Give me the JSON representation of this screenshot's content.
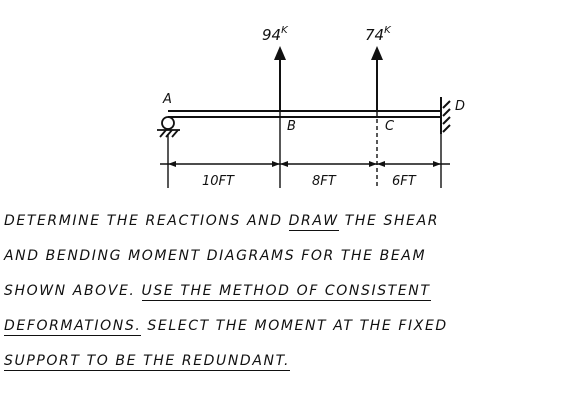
{
  "figure": {
    "loads": [
      {
        "value": "94",
        "unit": "K",
        "at_point": "B"
      },
      {
        "value": "74",
        "unit": "K",
        "at_point": "C"
      }
    ],
    "points": [
      "A",
      "B",
      "C",
      "D"
    ],
    "spans": [
      {
        "label": "10FT",
        "length_ft": 10
      },
      {
        "label": "8FT",
        "length_ft": 8
      },
      {
        "label": "6FT",
        "length_ft": 6
      }
    ],
    "support_left": "pin",
    "support_right": "fixed"
  },
  "problem": {
    "lines": [
      [
        {
          "text": "DETERMINE THE REACTIONS AND ",
          "underline": false
        },
        {
          "text": "DRAW",
          "underline": true
        },
        {
          "text": " THE SHEAR",
          "underline": false
        }
      ],
      [
        {
          "text": "AND BENDING MOMENT DIAGRAMS FOR THE BEAM",
          "underline": false
        }
      ],
      [
        {
          "text": "SHOWN ABOVE. ",
          "underline": false
        },
        {
          "text": "USE THE METHOD OF CONSISTENT",
          "underline": true
        }
      ],
      [
        {
          "text": "DEFORMATIONS.",
          "underline": true
        },
        {
          "text": " SELECT THE MOMENT AT THE FIXED",
          "underline": false
        }
      ],
      [
        {
          "text": "SUPPORT TO BE THE REDUNDANT.",
          "underline": true
        }
      ]
    ]
  }
}
